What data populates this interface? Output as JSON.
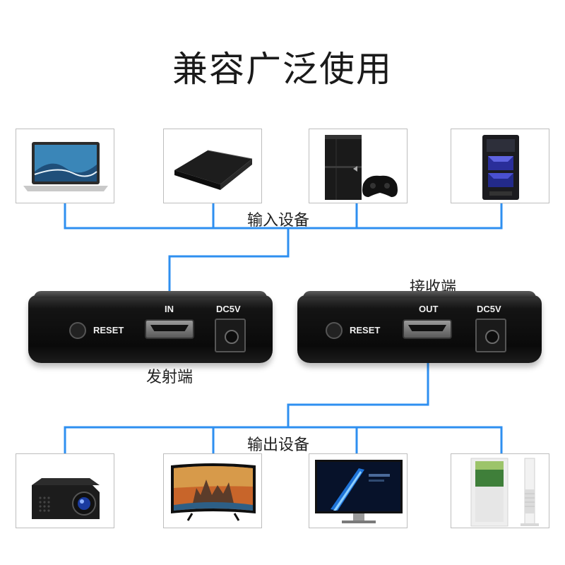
{
  "title": "兼容广泛使用",
  "labels": {
    "input_devices": "输入设备",
    "output_devices": "输出设备",
    "transmitter": "发射端",
    "receiver": "接收端"
  },
  "transmitter": {
    "reset": "RESET",
    "port": "IN",
    "power": "DC5V"
  },
  "receiver": {
    "reset": "RESET",
    "port": "OUT",
    "power": "DC5V"
  },
  "colors": {
    "connector": "#2e8ff0"
  },
  "input_devices": [
    "laptop-icon",
    "tv-box-icon",
    "game-console-icon",
    "desktop-pc-icon"
  ],
  "output_devices": [
    "projector-icon",
    "curved-tv-icon",
    "monitor-icon",
    "digital-kiosk-icon"
  ]
}
